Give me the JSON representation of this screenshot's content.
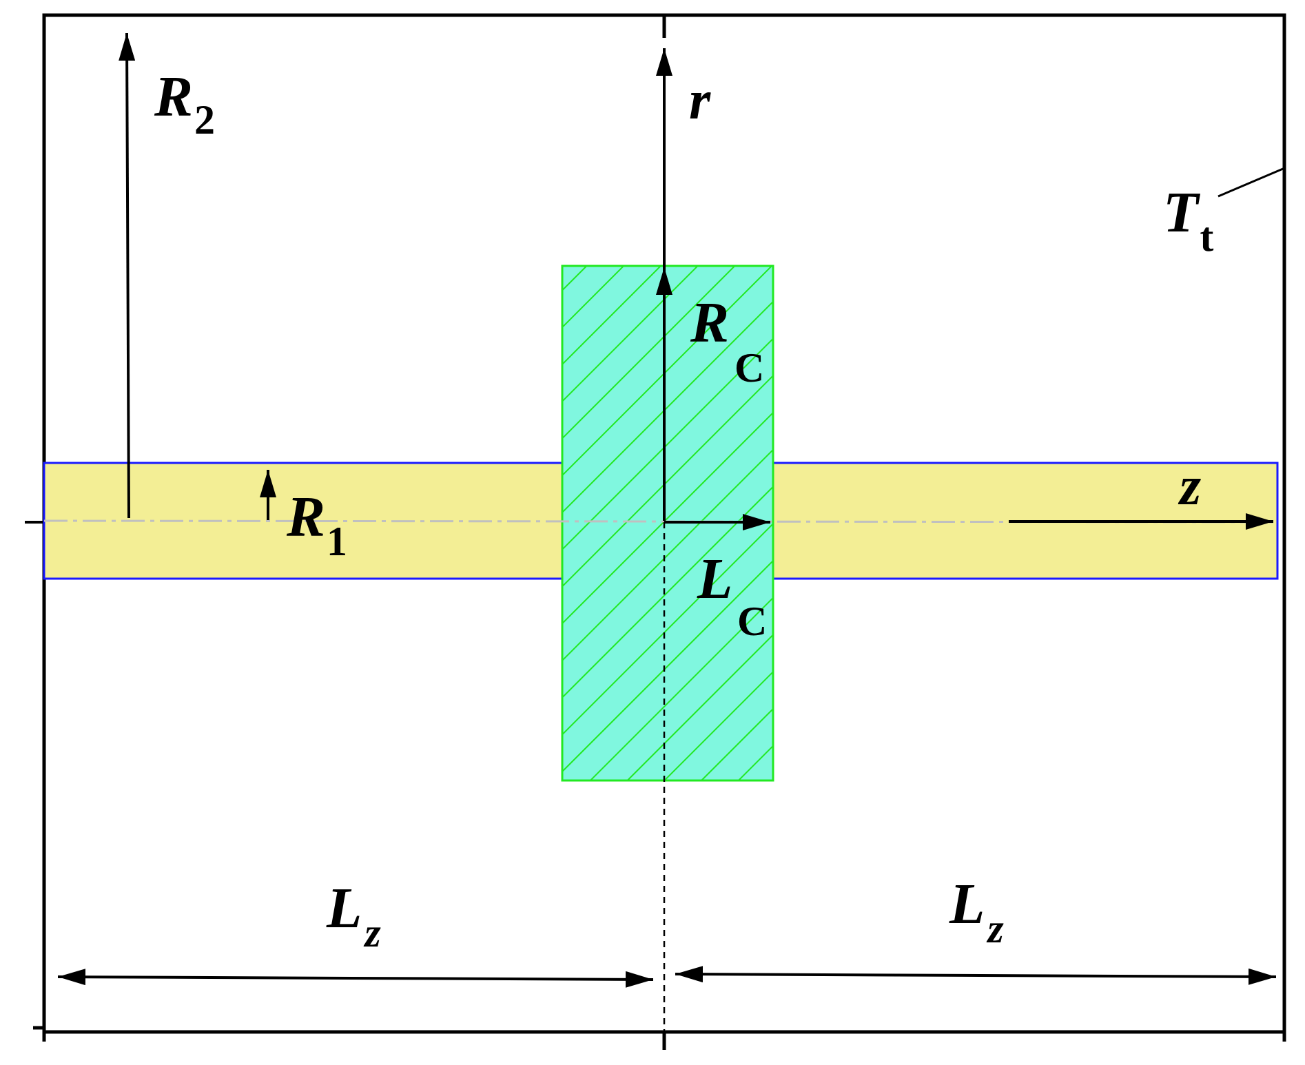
{
  "labels": {
    "R2": {
      "main": "R",
      "sub": "2"
    },
    "r": {
      "main": "r"
    },
    "Tt": {
      "main": "T",
      "sub": "t"
    },
    "Rc": {
      "main": "R",
      "sub": "C"
    },
    "R1": {
      "main": "R",
      "sub": "1"
    },
    "z": {
      "main": "z"
    },
    "Lc": {
      "main": "L",
      "sub": "C"
    },
    "Lz_left": {
      "main": "L",
      "sub": "z"
    },
    "Lz_right": {
      "main": "L",
      "sub": "z"
    }
  },
  "colors": {
    "rod_fill": "#f3ee95",
    "rod_stroke": "#1a1aff",
    "coil_fill": "#80f7df",
    "coil_stroke": "#22e822",
    "hatch": "#22e822",
    "lines": "#000000",
    "centerline": "#c0c0c0"
  }
}
